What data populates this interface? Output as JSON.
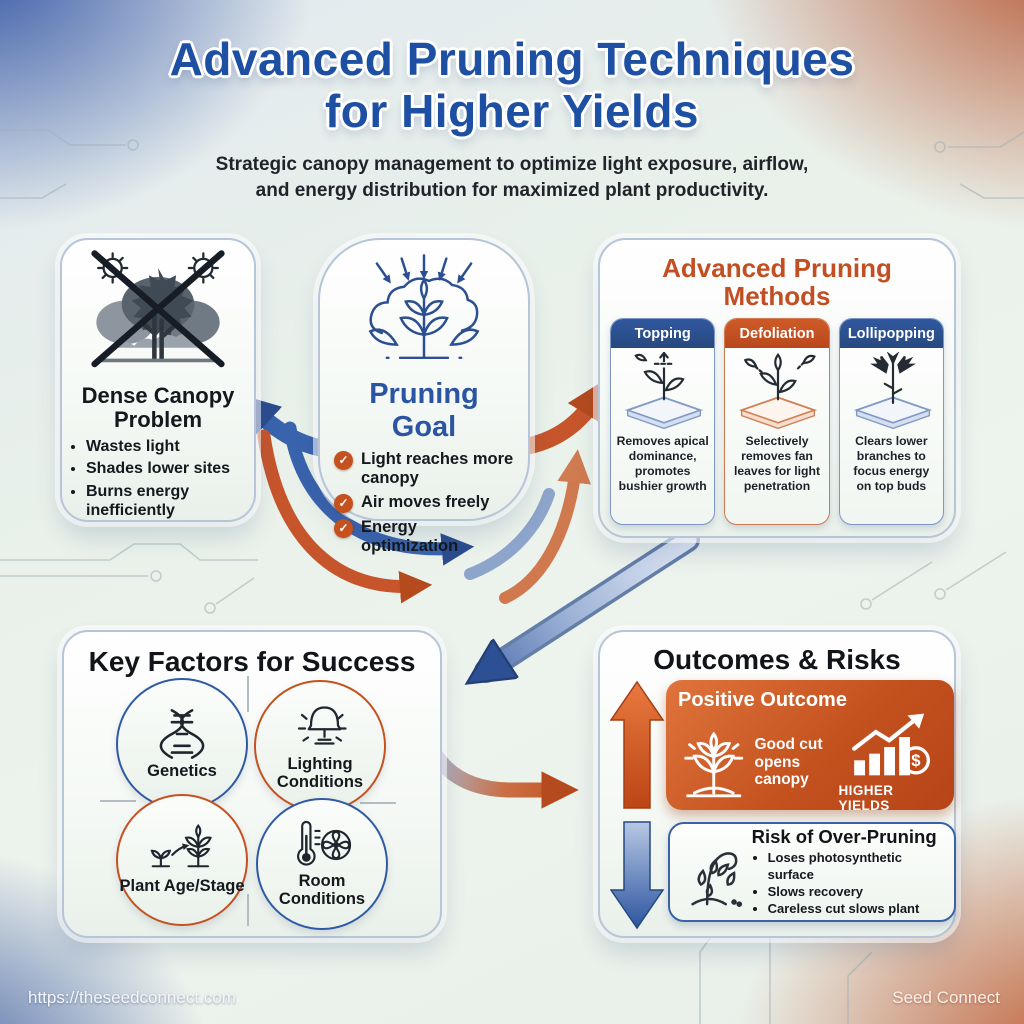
{
  "header": {
    "title_line1": "Advanced Pruning Techniques",
    "title_line2": "for Higher Yields",
    "subtitle_line1": "Strategic canopy management to optimize light exposure, airflow,",
    "subtitle_line2": "and energy distribution for maximized plant productivity."
  },
  "dense_canopy": {
    "title": "Dense Canopy Problem",
    "icon": "crossed-out-dense-canopy-icon",
    "bullets": [
      "Wastes light",
      "Shades lower sites",
      "Burns energy inefficiently"
    ]
  },
  "pruning_goal": {
    "title": "Pruning Goal",
    "icon": "light-arrows-on-plant-icon",
    "items": [
      "Light reaches more canopy",
      "Air moves freely",
      "Energy optimization"
    ]
  },
  "methods": {
    "title_line1": "Advanced Pruning",
    "title_line2": "Methods",
    "columns": [
      {
        "name": "Topping",
        "description": "Removes apical dominance, promotes bushier growth",
        "header_color": "#2c5aa0",
        "icon": "topping-cut-icon"
      },
      {
        "name": "Defoliation",
        "description": "Selectively removes fan leaves for light penetration",
        "header_color": "#c8502a",
        "icon": "defoliation-leaves-icon"
      },
      {
        "name": "Lollipopping",
        "description": "Clears lower branches to focus energy on top buds",
        "header_color": "#2c5aa0",
        "icon": "lollipopping-plant-icon"
      }
    ]
  },
  "key_factors": {
    "title": "Key Factors for Success",
    "factors": [
      {
        "label": "Genetics",
        "icon": "dna-icon",
        "ring": "blue"
      },
      {
        "label": "Lighting Conditions",
        "icon": "grow-lamp-icon",
        "ring": "orange"
      },
      {
        "label": "Plant Age/Stage",
        "icon": "growth-stages-icon",
        "ring": "orange"
      },
      {
        "label": "Room Conditions",
        "icon": "thermometer-fan-icon",
        "ring": "blue"
      }
    ]
  },
  "outcomes": {
    "title": "Outcomes & Risks",
    "positive": {
      "title": "Positive Outcome",
      "description": "Good cut opens canopy",
      "badge": "HIGHER YIELDS",
      "icon": "healthy-plant-icon",
      "chart_icon": "rising-bars-dollar-icon"
    },
    "risk": {
      "title": "Risk of Over-Pruning",
      "icon": "wilting-plant-icon",
      "bullets": [
        "Loses photosynthetic surface",
        "Slows recovery",
        "Careless cut slows plant"
      ]
    }
  },
  "footer": {
    "url": "https://theseedconnect.com",
    "brand": "Seed Connect"
  },
  "colors": {
    "blue": "#2b55a3",
    "orange": "#c4511f",
    "title_blue": "#1d4fa3",
    "positive_gradient": "#c4521f"
  }
}
